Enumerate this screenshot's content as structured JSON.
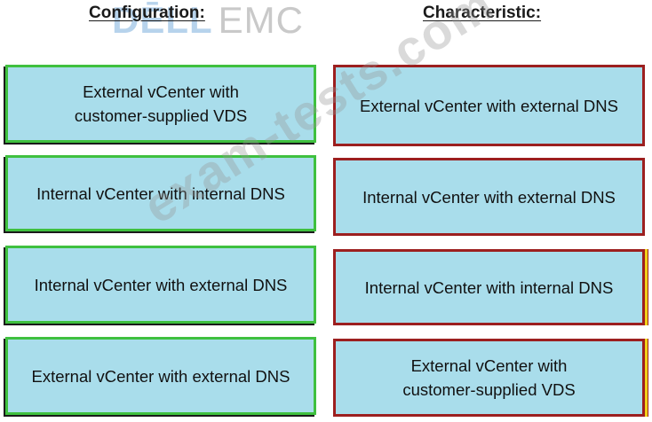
{
  "logo": {
    "brand_first": "DĒLL",
    "brand_second": "EMC"
  },
  "headings": {
    "configuration": "Configuration:",
    "characteristic": "Characteristic:"
  },
  "configuration_items": [
    "External vCenter with\ncustomer-supplied VDS",
    "Internal vCenter with internal DNS",
    "Internal vCenter with external DNS",
    "External vCenter with external DNS"
  ],
  "characteristic_items": [
    "External vCenter with external DNS",
    "Internal vCenter with external DNS",
    "Internal vCenter with internal DNS",
    "External vCenter with\ncustomer-supplied VDS"
  ],
  "watermark": "exam-tests.com",
  "colors": {
    "box_fill": "#a9ddeb",
    "left_border": "#3fc03f",
    "right_border": "#9c1f1f",
    "accent_yellow": "#f0d21a"
  }
}
